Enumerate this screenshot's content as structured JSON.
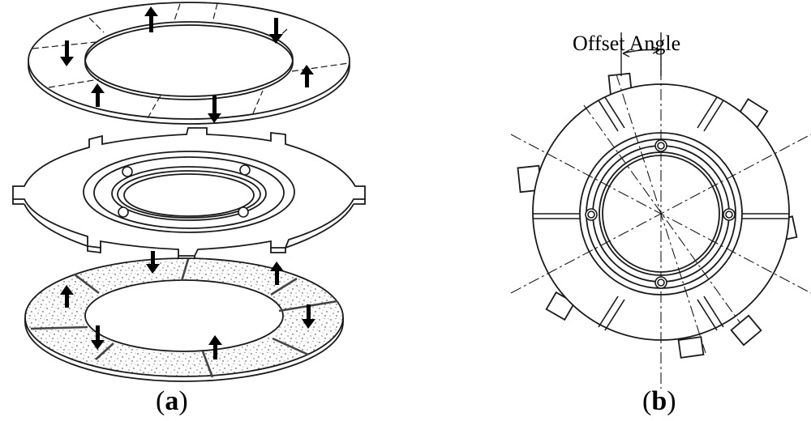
{
  "panel_a": {
    "caption_open": "(",
    "caption_letter": "a",
    "caption_close": ")"
  },
  "panel_b": {
    "caption_open": "(",
    "caption_letter": "b",
    "caption_close": ")",
    "offset_label": "Offset Angle"
  },
  "colors": {
    "line": "#1a1a1a",
    "background": "#ffffff",
    "arrow": "#000000"
  },
  "icons": [
    "force-arrow-icon",
    "pin-hole-icon",
    "tab-icon"
  ]
}
